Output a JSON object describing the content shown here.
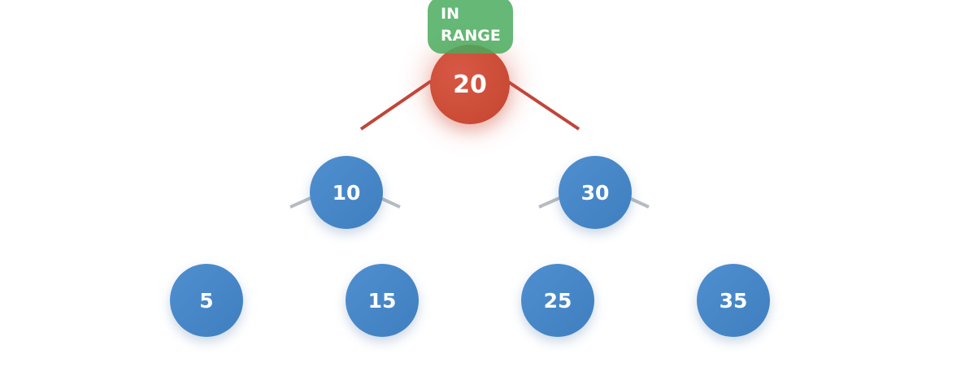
{
  "tree": {
    "root": {
      "value": "20",
      "state": "active"
    },
    "level1": [
      {
        "value": "10",
        "state": "default"
      },
      {
        "value": "30",
        "state": "default"
      }
    ],
    "level2": [
      {
        "value": "5",
        "state": "default"
      },
      {
        "value": "15",
        "state": "default"
      },
      {
        "value": "25",
        "state": "default"
      },
      {
        "value": "35",
        "state": "default"
      }
    ]
  },
  "badge": {
    "line1": "IN",
    "line2": "RANGE"
  },
  "colors": {
    "active_node": "#c94a35",
    "active_edge": "#c0463a",
    "default_node": "#4787c8",
    "inactive_edge": "#b7bcc2",
    "badge": "#5db26f",
    "text": "#ffffff"
  }
}
